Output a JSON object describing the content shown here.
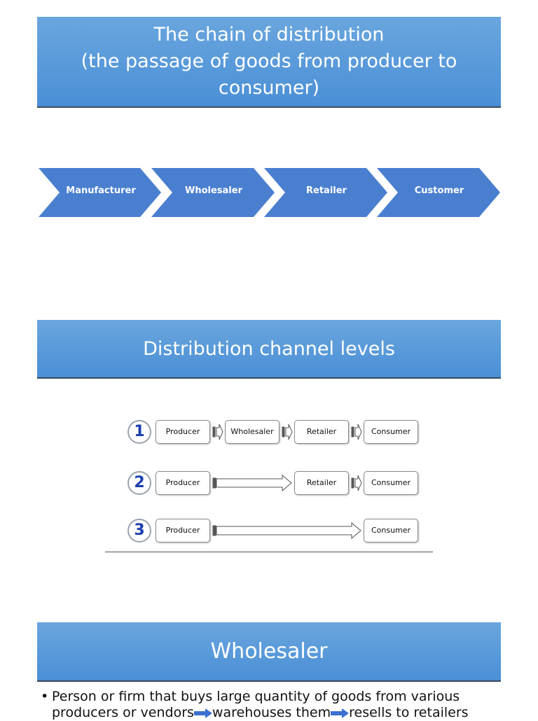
{
  "slide1": {
    "title_lines": [
      "The chain of distribution",
      "(the passage of goods from producer to",
      "consumer)"
    ],
    "chain": [
      "Manufacturer",
      "Wholesaler",
      "Retailer",
      "Customer"
    ],
    "chevron_color": "#4a7fd0"
  },
  "slide2": {
    "title": "Distribution channel levels",
    "rows": [
      {
        "number": "1",
        "nodes": [
          "Producer",
          "Wholesaler",
          "Retailer",
          "Consumer"
        ]
      },
      {
        "number": "2",
        "nodes": [
          "Producer",
          "Retailer",
          "Consumer"
        ]
      },
      {
        "number": "3",
        "nodes": [
          "Producer",
          "Consumer"
        ]
      }
    ]
  },
  "slide3": {
    "title": "Wholesaler",
    "bullet": {
      "line1": "Person or firm that buys large quantity of goods from various",
      "part_a": "producers or vendors",
      "part_b": "warehouses them",
      "part_c": "resells to retailers"
    }
  }
}
